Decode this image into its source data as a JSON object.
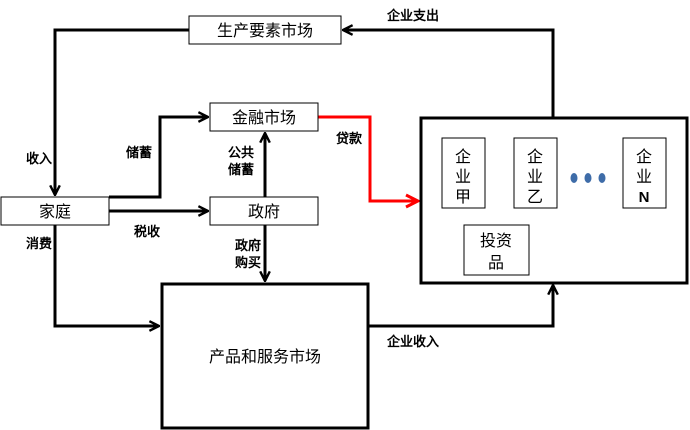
{
  "title": "宏观经济循环流程图",
  "colors": {
    "line": "#000000",
    "loan": "#ff0000",
    "investment": "#00b050",
    "dots": "#3e6ca8"
  },
  "nodes": {
    "factor_market": "生产要素市场",
    "financial_market": "金融市场",
    "household": "家庭",
    "government": "政府",
    "goods_market": "产品和服务市场",
    "investment_goods": [
      "投资",
      "品"
    ],
    "firms": [
      {
        "lines": [
          "企",
          "业",
          "甲"
        ]
      },
      {
        "lines": [
          "企",
          "业",
          "乙"
        ]
      },
      {
        "lines": [
          "企",
          "业",
          "N"
        ]
      }
    ],
    "ellipsis": "•••"
  },
  "edges": {
    "income": "收入",
    "savings": "储蓄",
    "public_savings": [
      "公共",
      "储蓄"
    ],
    "taxes": "税收",
    "consumption": "消费",
    "gov_purchases": [
      "政府",
      "购买"
    ],
    "loans": "贷款",
    "firm_expenditure": "企业支出",
    "firm_revenue": "企业收入"
  }
}
